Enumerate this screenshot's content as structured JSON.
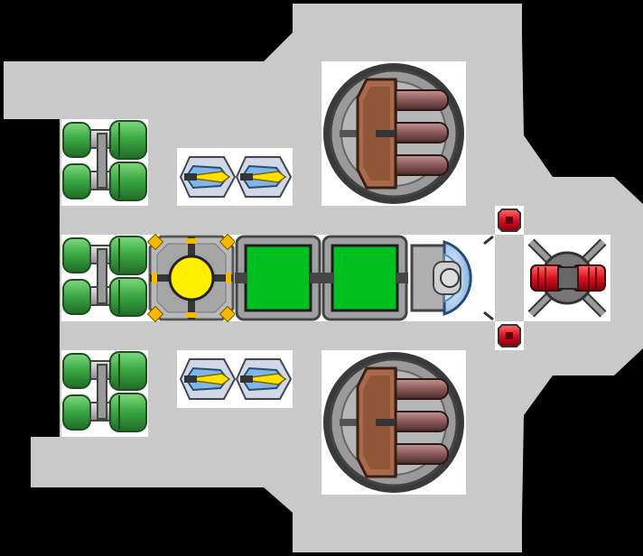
{
  "scene": {
    "background": "#000000",
    "hull_color": "#c9c9c9",
    "hull_edge": "#bdbdbd"
  },
  "colors": {
    "engine_green": "#3cab45",
    "engine_green_dark": "#1f6b25",
    "engine_green_light": "#7fd87f",
    "metal_light": "#d2d2d2",
    "metal": "#9a9a9a",
    "metal_dark": "#555555",
    "reactor_yellow": "#ffee00",
    "reactor_amber": "#f5b800",
    "shield_green": "#00c020",
    "turret_brown": "#a86a4a",
    "turret_brown_dark": "#5e3020",
    "barrel_brown": "#8a5a5a",
    "missile_yellow": "#ffe000",
    "missile_blue": "#7fb6e8",
    "sensor_blue": "#a9cde8",
    "red_module": "#e01020",
    "red_module_dark": "#800010"
  },
  "modules": {
    "engines": [
      "engine-top",
      "engine-middle",
      "engine-bottom"
    ],
    "turrets": [
      "turret-top",
      "turret-bottom"
    ],
    "missile_racks": [
      "missile-rack-top",
      "missile-rack-bottom"
    ],
    "core_rooms": [
      "reactor-core",
      "shield-room-1",
      "shield-room-2",
      "sensor-dish",
      "front-weapon"
    ],
    "icons": [
      "warning-light-top",
      "warning-light-bottom"
    ]
  }
}
